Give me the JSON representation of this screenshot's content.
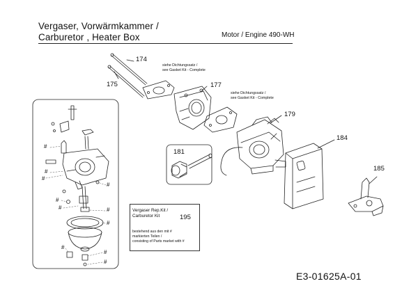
{
  "header": {
    "title_de": "Vergaser, Vorwärmkammer /",
    "title_en": "Carburetor , Heater Box",
    "engine": "Motor / Engine 490-WH"
  },
  "parts": {
    "p174": "174",
    "p175": "175",
    "p177": "177",
    "p179": "179",
    "p181": "181",
    "p184": "184",
    "p185": "185"
  },
  "gasket_notes": {
    "note1_line1": "siehe Dichtungssatz /",
    "note1_line2": "see Gasket Kit - Complete",
    "note2_line1": "siehe Dichtungssatz /",
    "note2_line2": "see Gasket Kit - Complete"
  },
  "repair_kit": {
    "line1": "Vergaser Rep.Kit /",
    "line2": "Carburetor Kit",
    "number": "195",
    "desc1": "bestehend aus den mit #",
    "desc2": "markierten Teilen /",
    "desc3": "consisting of Parts market with #"
  },
  "kit_marker": "#",
  "diagram_code": "E3-01625A-01"
}
